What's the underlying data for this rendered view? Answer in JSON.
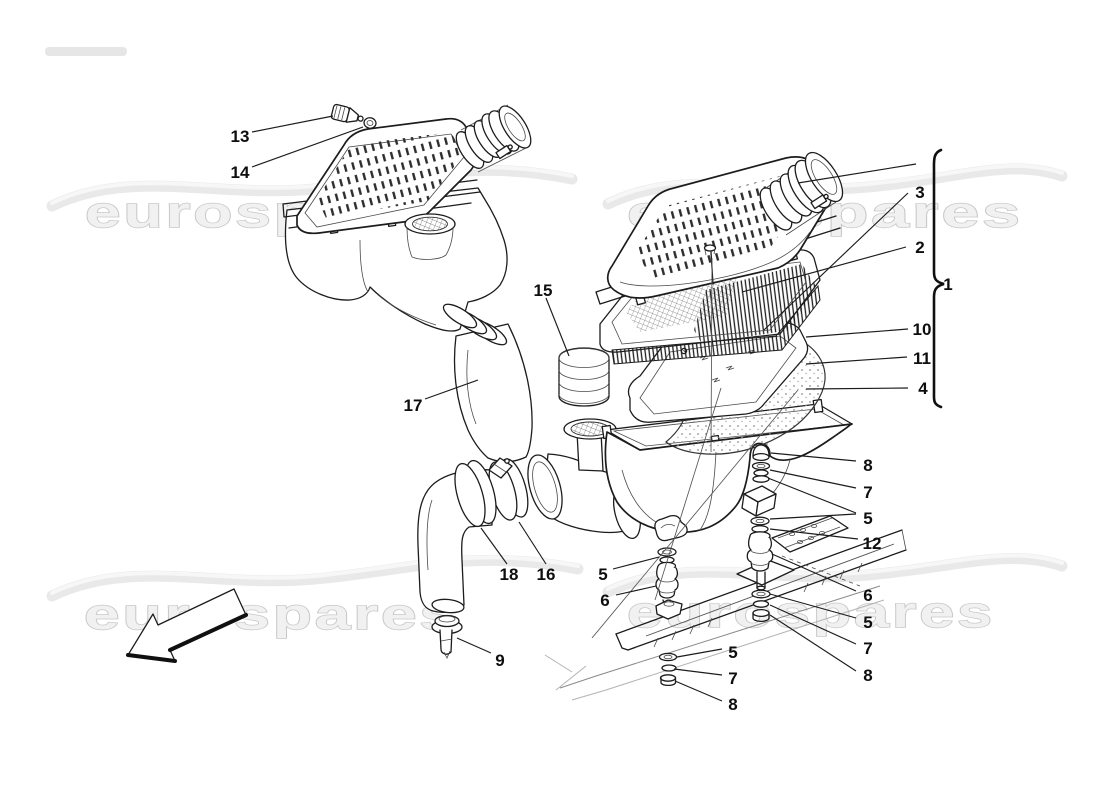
{
  "watermark": {
    "text": "eurospares"
  },
  "labels": {
    "n1": "1",
    "n2": "2",
    "n3": "3",
    "n4": "4",
    "n5": "5",
    "n6": "6",
    "n7": "7",
    "n8": "8",
    "n9": "9",
    "n10": "10",
    "n11": "11",
    "n12": "12",
    "n13": "13",
    "n14": "14",
    "n15": "15",
    "n16": "16",
    "n17": "17",
    "n18": "18"
  },
  "colors": {
    "line": "#1c1c1c",
    "background": "#ffffff",
    "watermark_fill": "#f1f1f1",
    "watermark_stroke": "#c7c7c7"
  }
}
